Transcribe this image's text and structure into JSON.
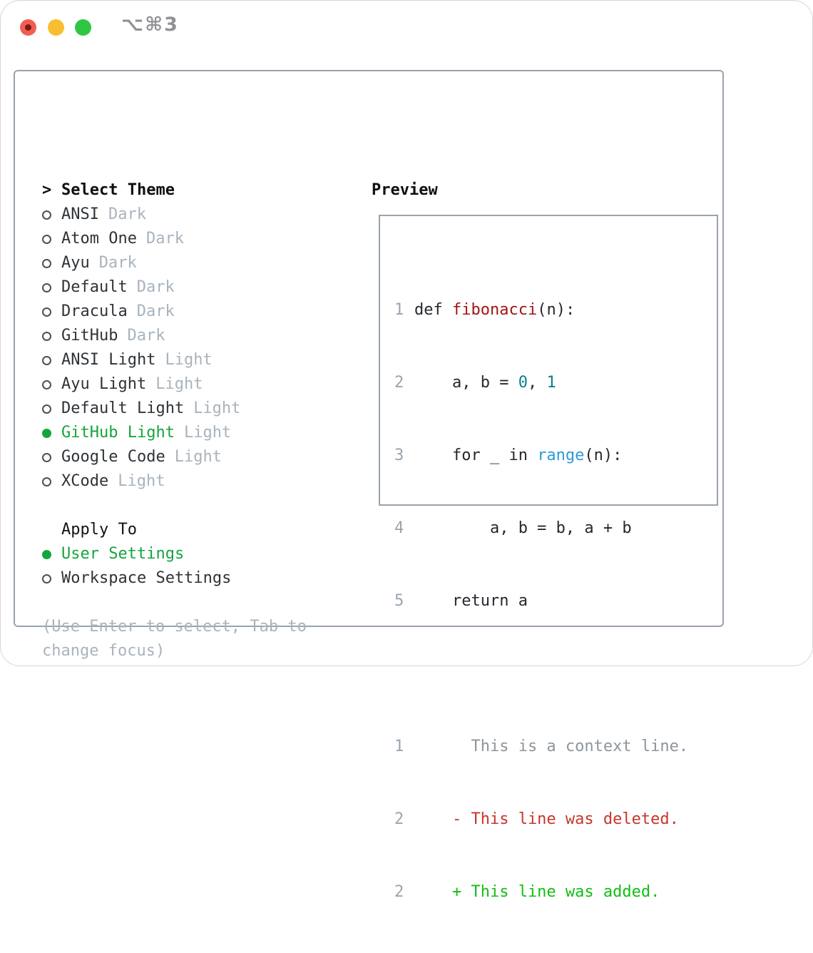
{
  "window": {
    "title": "⌥⌘3"
  },
  "colors": {
    "selection_green": "#14a53c",
    "added_green": "#13bd13",
    "deleted_red": "#c5362a",
    "function_red": "#a31515",
    "number_teal": "#0e7e8a",
    "builtin_blue": "#2d9bd8",
    "muted_gray": "#a9b3bd",
    "border_gray": "#9aa3ad",
    "traffic_red": "#f25d53",
    "traffic_yellow": "#f9bd32",
    "traffic_green": "#2fc643"
  },
  "theme_picker": {
    "prompt_arrow": ">",
    "header": "Select Theme",
    "items": [
      {
        "name": "ANSI",
        "variant": "Dark",
        "selected": false
      },
      {
        "name": "Atom One",
        "variant": "Dark",
        "selected": false
      },
      {
        "name": "Ayu",
        "variant": "Dark",
        "selected": false
      },
      {
        "name": "Default",
        "variant": "Dark",
        "selected": false
      },
      {
        "name": "Dracula",
        "variant": "Dark",
        "selected": false
      },
      {
        "name": "GitHub",
        "variant": "Dark",
        "selected": false
      },
      {
        "name": "ANSI Light",
        "variant": "Light",
        "selected": false
      },
      {
        "name": "Ayu Light",
        "variant": "Light",
        "selected": false
      },
      {
        "name": "Default Light",
        "variant": "Light",
        "selected": false
      },
      {
        "name": "GitHub Light",
        "variant": "Light",
        "selected": true
      },
      {
        "name": "Google Code",
        "variant": "Light",
        "selected": false
      },
      {
        "name": "XCode",
        "variant": "Light",
        "selected": false
      }
    ]
  },
  "apply_to": {
    "header": "Apply To",
    "options": [
      {
        "label": "User Settings",
        "selected": true
      },
      {
        "label": "Workspace Settings",
        "selected": false
      }
    ]
  },
  "help": {
    "line1": "(Use Enter to select, Tab to",
    "line2": "change focus)"
  },
  "preview": {
    "header": "Preview",
    "code": {
      "line1": {
        "num": "1",
        "pre": "def ",
        "name": "fibonacci",
        "post": "(n):"
      },
      "line2": {
        "num": "2",
        "pre": "    a, b = ",
        "val1": "0",
        "mid": ", ",
        "val2": "1"
      },
      "line3": {
        "num": "3",
        "pre": "    for _ in ",
        "builtin": "range",
        "post": "(n):"
      },
      "line4": {
        "num": "4",
        "text": "        a, b = b, a + b"
      },
      "line5": {
        "num": "5",
        "text": "    return a"
      }
    },
    "diff": {
      "context": {
        "num": "1",
        "text": "      This is a context line."
      },
      "deleted": {
        "num": "2",
        "text": "    - This line was deleted."
      },
      "added": {
        "num": "2",
        "text": "    + This line was added."
      }
    }
  }
}
